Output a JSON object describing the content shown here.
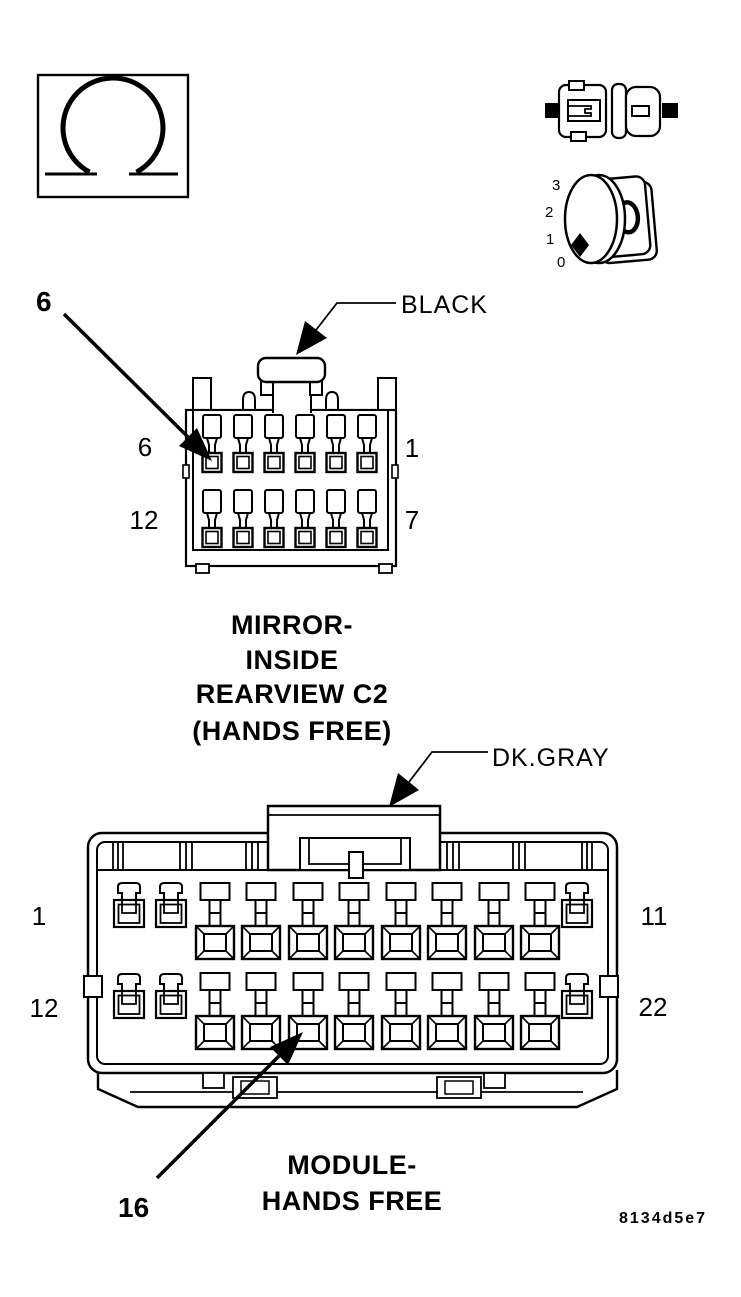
{
  "figure_code": "8134d5e7",
  "legend": {
    "dial_labels": [
      "3",
      "2",
      "1",
      "0"
    ]
  },
  "connector1": {
    "name_lines": [
      "MIRROR-",
      "INSIDE",
      "REARVIEW C2",
      "(HANDS FREE)"
    ],
    "color_label": "BLACK",
    "callout_pin": "6",
    "pin_labels": {
      "top_left": "6",
      "top_right": "1",
      "bottom_left": "12",
      "bottom_right": "7"
    }
  },
  "connector2": {
    "name_lines": [
      "MODULE-",
      "HANDS FREE"
    ],
    "color_label": "DK.GRAY",
    "callout_pin": "16",
    "pin_labels": {
      "top_left": "1",
      "top_right": "11",
      "bottom_left": "12",
      "bottom_right": "22"
    }
  }
}
